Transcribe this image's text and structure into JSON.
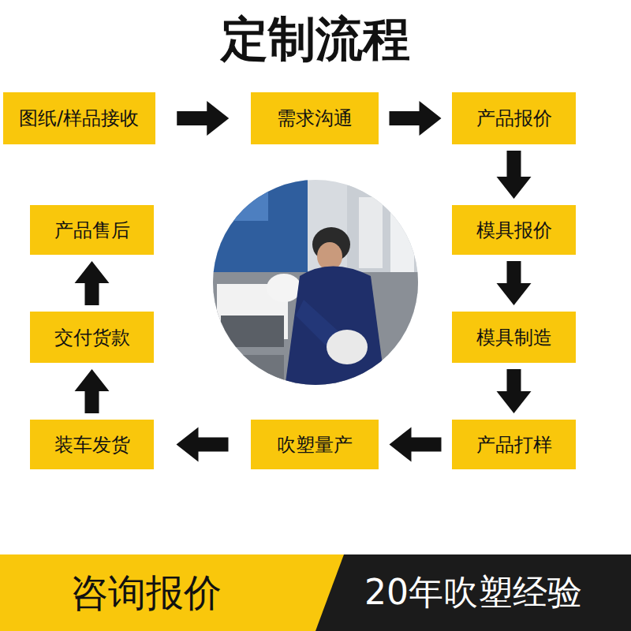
{
  "diagram": {
    "title": "定制流程",
    "nodes": [
      {
        "text": [
          "图纸/样品接收"
        ]
      },
      {
        "text": [
          "需求沟通"
        ]
      },
      {
        "text": [
          "产品报价"
        ]
      },
      {
        "text": [
          "模具报价"
        ]
      },
      {
        "text": [
          "模具制造"
        ]
      },
      {
        "text": [
          "产品打样"
        ]
      },
      {
        "text": [
          "吹塑量产"
        ]
      },
      {
        "text": [
          "装车发货"
        ]
      },
      {
        "text": [
          "交付货款"
        ]
      },
      {
        "text": [
          "产品售后"
        ]
      },
      {
        "text": [
          "咨询报价"
        ]
      },
      {
        "text": [
          "20年吹塑经验"
        ]
      }
    ],
    "edges": [
      {
        "from": 0,
        "to": 1,
        "arrow": "to"
      },
      {
        "from": 1,
        "to": 2,
        "arrow": "to"
      },
      {
        "from": 2,
        "to": 3,
        "arrow": "to"
      },
      {
        "from": 3,
        "to": 4,
        "arrow": "to"
      },
      {
        "from": 4,
        "to": 5,
        "arrow": "to"
      },
      {
        "from": 5,
        "to": 6,
        "arrow": "to"
      },
      {
        "from": 6,
        "to": 7,
        "arrow": "to"
      },
      {
        "from": 7,
        "to": 8,
        "arrow": "to"
      },
      {
        "from": 8,
        "to": 9,
        "arrow": "to"
      }
    ]
  }
}
